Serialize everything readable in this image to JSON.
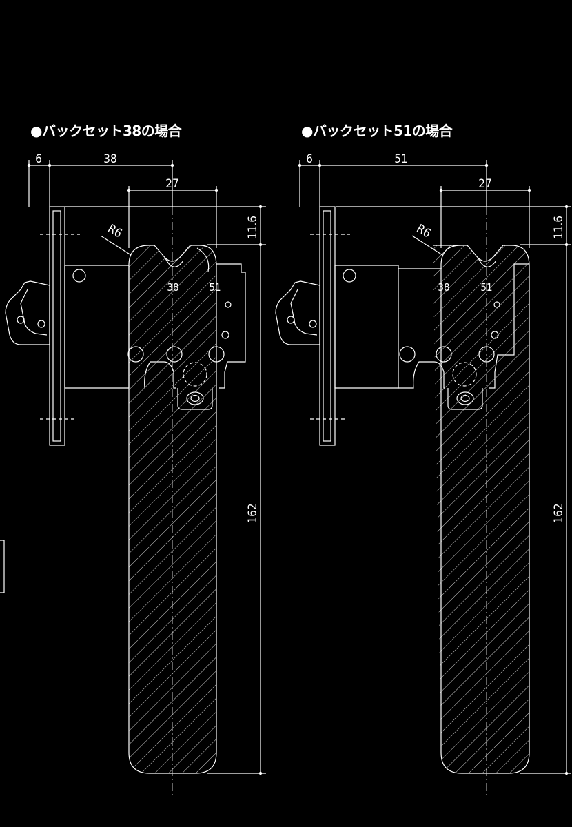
{
  "colors": {
    "background": "#000000",
    "line": "#ffffff",
    "hatch": "#d8d8d8",
    "dash": "#c8c8c8"
  },
  "panels": [
    {
      "title": "●バックセット38の場合",
      "dims": {
        "latch": "6",
        "backset": "38",
        "rose_offset": "27",
        "top": "11.6",
        "length": "162",
        "radius": "R6",
        "mark_a": "38",
        "mark_b": "51"
      }
    },
    {
      "title": "●バックセット51の場合",
      "dims": {
        "latch": "6",
        "backset": "51",
        "rose_offset": "27",
        "top": "11.6",
        "length": "162",
        "radius": "R6",
        "mark_a": "38",
        "mark_b": "51"
      }
    }
  ]
}
